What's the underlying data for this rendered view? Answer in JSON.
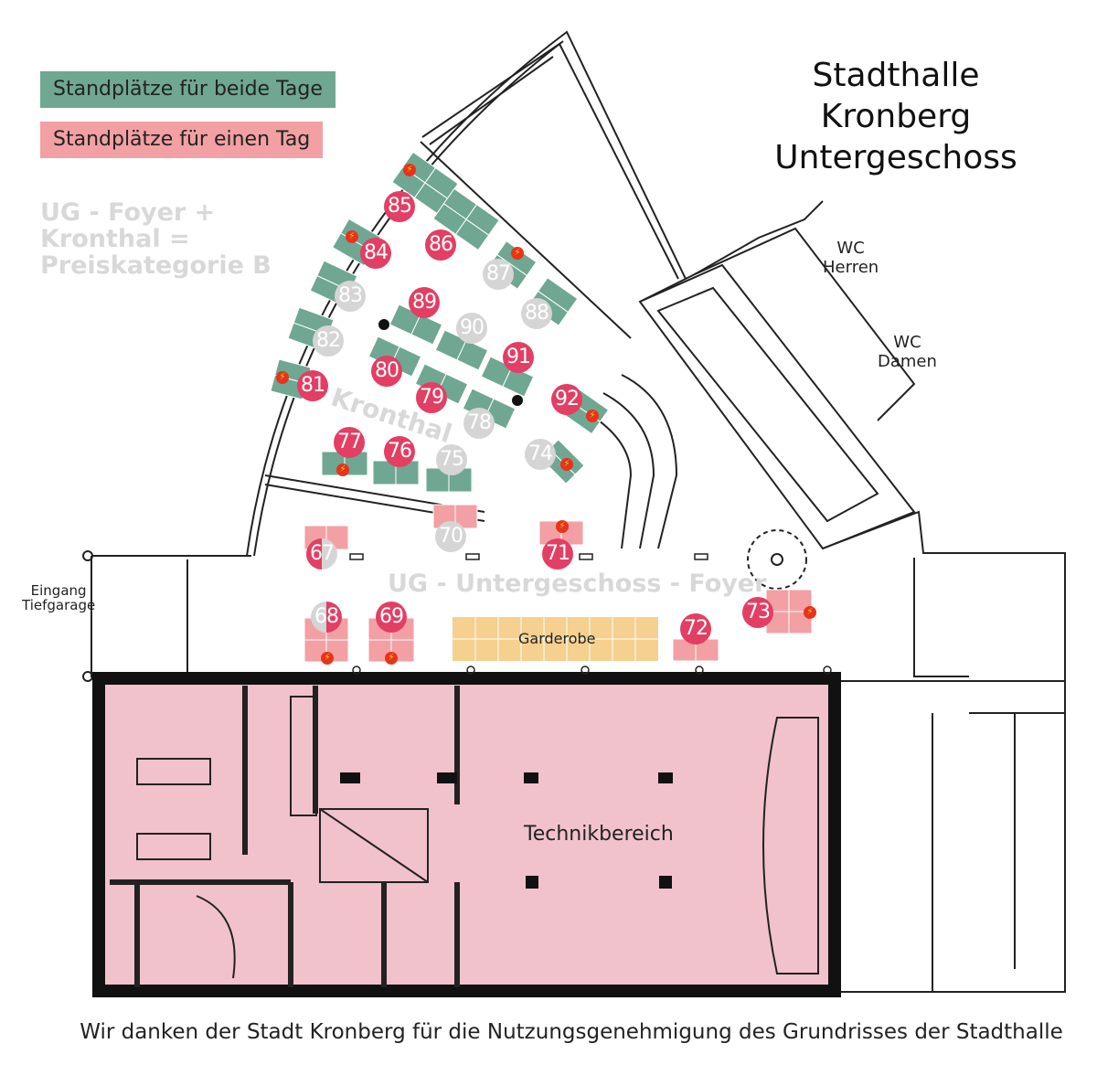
{
  "legend": [
    {
      "label": "Standplätze für beide Tage",
      "color": "#6fa792"
    },
    {
      "label": "Standplätze für einen Tag",
      "color": "#f2a0a3"
    }
  ],
  "title": [
    "Stadthalle",
    "Kronberg",
    "Untergeschoss"
  ],
  "watermarks": {
    "price_category": [
      "UG - Foyer +",
      "Kronthal =",
      "Preiskategorie B"
    ],
    "kronthal": "Kronthal",
    "foyer": "UG - Untergeschoss - Foyer"
  },
  "rooms": {
    "wc_herren": [
      "WC",
      "Herren"
    ],
    "wc_damen": [
      "WC",
      "Damen"
    ],
    "entrance": [
      "Eingang",
      "Tiefgarage"
    ],
    "garderobe": "Garderobe",
    "technik": "Technikbereich"
  },
  "booth_status_colors": {
    "available": "#e33e63",
    "taken": "#d5d5d5",
    "stand_both_days": "#6fa792",
    "stand_one_day": "#f2a0a3",
    "garderobe": "#f5d08e",
    "technik": "#f1c2cc"
  },
  "booths": [
    {
      "number": "85",
      "status": "available"
    },
    {
      "number": "84",
      "status": "available"
    },
    {
      "number": "86",
      "status": "available"
    },
    {
      "number": "87",
      "status": "taken"
    },
    {
      "number": "83",
      "status": "taken"
    },
    {
      "number": "88",
      "status": "taken"
    },
    {
      "number": "89",
      "status": "available"
    },
    {
      "number": "90",
      "status": "taken"
    },
    {
      "number": "82",
      "status": "taken"
    },
    {
      "number": "91",
      "status": "available"
    },
    {
      "number": "80",
      "status": "available"
    },
    {
      "number": "81",
      "status": "available"
    },
    {
      "number": "79",
      "status": "available"
    },
    {
      "number": "92",
      "status": "available"
    },
    {
      "number": "78",
      "status": "taken"
    },
    {
      "number": "77",
      "status": "available"
    },
    {
      "number": "76",
      "status": "available"
    },
    {
      "number": "75",
      "status": "taken"
    },
    {
      "number": "74",
      "status": "taken"
    },
    {
      "number": "70",
      "status": "taken"
    },
    {
      "number": "67",
      "status": "partial"
    },
    {
      "number": "71",
      "status": "available"
    },
    {
      "number": "68",
      "status": "partial"
    },
    {
      "number": "69",
      "status": "available"
    },
    {
      "number": "72",
      "status": "available"
    },
    {
      "number": "73",
      "status": "available"
    }
  ],
  "footer": "Wir danken der Stadt Kronberg für die Nutzungsgenehmigung des Grundrisses der Stadthalle"
}
